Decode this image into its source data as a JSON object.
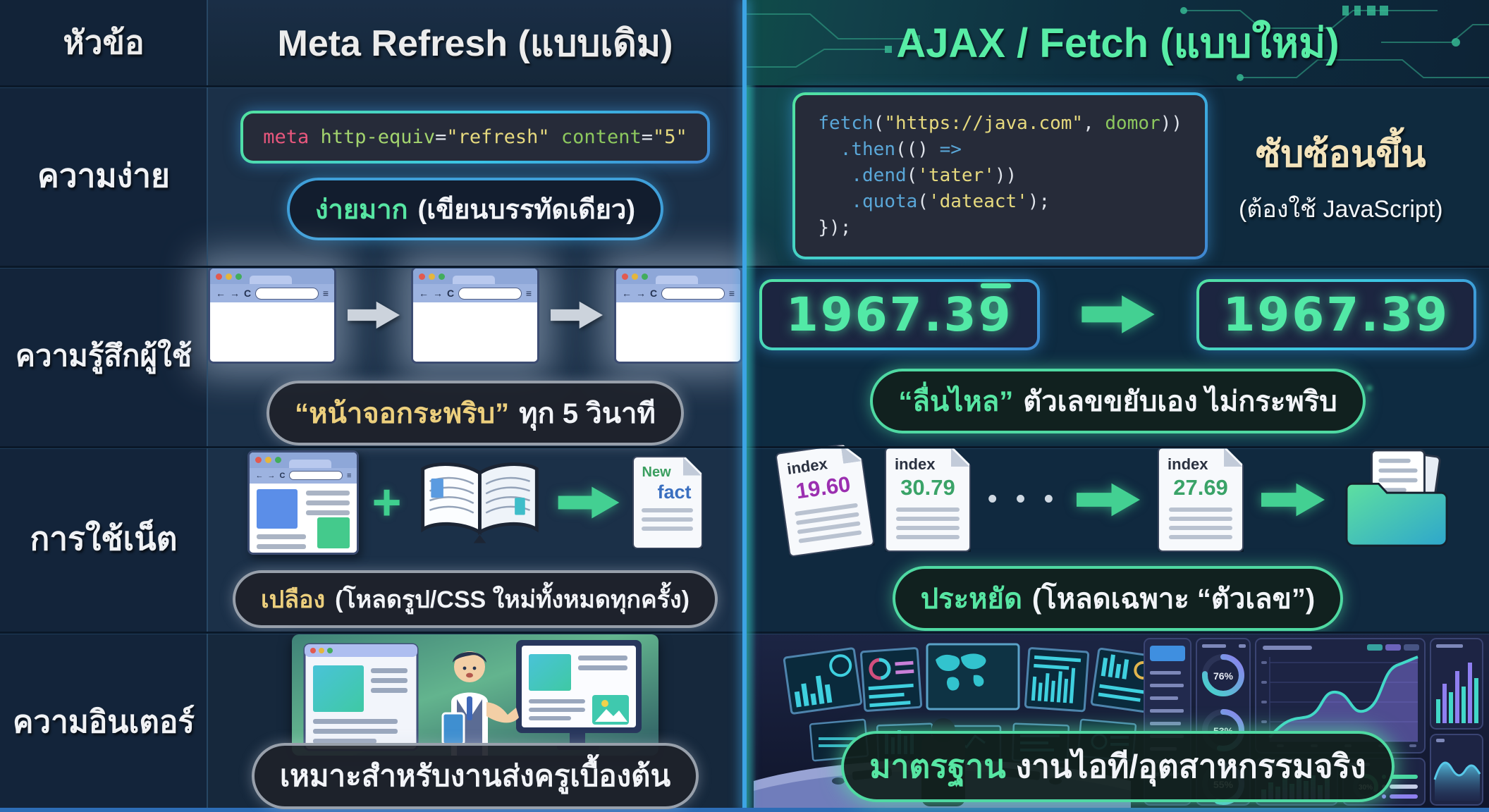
{
  "header": {
    "topic": "หัวข้อ",
    "old": "Meta Refresh (แบบเดิม)",
    "new": "AJAX / Fetch (แบบใหม่)"
  },
  "row_labels": [
    "ความง่าย",
    "ความรู้สึกผู้ใช้",
    "การใช้เน็ต",
    "ความอินเตอร์"
  ],
  "colors": {
    "accent_green": "#57e6a3",
    "accent_blue": "#3f9fd9",
    "highlight_yellow": "#eccf7d",
    "code_background": "#262b39",
    "divider_blue": "#3da4e4"
  },
  "simplicity": {
    "meta_code": [
      [
        {
          "t": "meta",
          "c": "pink"
        },
        {
          "t": " ",
          "c": "wht"
        },
        {
          "t": "http-equiv",
          "c": "grn-lt"
        },
        {
          "t": "=",
          "c": "wht"
        },
        {
          "t": "\"refresh\"",
          "c": "yel"
        },
        {
          "t": " ",
          "c": "wht"
        },
        {
          "t": "content",
          "c": "grn"
        },
        {
          "t": "=",
          "c": "wht"
        },
        {
          "t": "\"5\"",
          "c": "yel"
        }
      ]
    ],
    "old_pill": {
      "highlight": "ง่ายมาก",
      "rest": "(เขียนบรรทัดเดียว)"
    },
    "fetch_code": [
      [
        {
          "t": "fetch",
          "c": "blu"
        },
        {
          "t": "(",
          "c": "wht"
        },
        {
          "t": "\"https://java.com\"",
          "c": "yel"
        },
        {
          "t": ", ",
          "c": "wht"
        },
        {
          "t": "domor",
          "c": "grn"
        },
        {
          "t": "))",
          "c": "wht"
        }
      ],
      [
        {
          "t": "  ",
          "c": "wht"
        },
        {
          "t": ".then",
          "c": "blu"
        },
        {
          "t": "(() ",
          "c": "wht"
        },
        {
          "t": "=>",
          "c": "blu"
        }
      ],
      [
        {
          "t": "   ",
          "c": "wht"
        },
        {
          "t": ".dend",
          "c": "blu"
        },
        {
          "t": "(",
          "c": "wht"
        },
        {
          "t": "'tater'",
          "c": "yel"
        },
        {
          "t": "))",
          "c": "wht"
        }
      ],
      [
        {
          "t": "   ",
          "c": "wht"
        },
        {
          "t": ".quota",
          "c": "blu"
        },
        {
          "t": "(",
          "c": "wht"
        },
        {
          "t": "'dateact'",
          "c": "yel"
        },
        {
          "t": ");",
          "c": "wht"
        }
      ],
      [
        {
          "t": "});",
          "c": "wht"
        }
      ]
    ],
    "new_note": {
      "title": "ซับซ้อนขึ้น",
      "sub": "(ต้องใช้ JavaScript)"
    }
  },
  "user_feel": {
    "old_pill": {
      "highlight": "“หน้าจอกระพริบ”",
      "rest": "ทุก 5 วินาที"
    },
    "value_before_main": "1967.3",
    "value_before_last": "9",
    "value_after": "1967.39",
    "new_pill": {
      "highlight": "“ลื่นไหล”",
      "rest": "ตัวเลขขยับเอง ไม่กระพริบ"
    }
  },
  "network": {
    "old_pill": {
      "highlight": "เปลือง",
      "rest": "(โหลดรูป/CSS ใหม่ทั้งหมดทุกครั้ง)"
    },
    "doc_new": {
      "top": "New",
      "word": "fact"
    },
    "docs": [
      {
        "label": "index",
        "value": "19.60"
      },
      {
        "label": "index",
        "value": "30.79"
      },
      {
        "label": "index",
        "value": "27.69"
      }
    ],
    "ellipsis": "• • •",
    "new_pill": {
      "highlight": "ประหยัด",
      "rest": "(โหลดเฉพาะ “ตัวเลข”)"
    }
  },
  "professionalism": {
    "old_pill": {
      "text": "เหมาะสำหรับงานส่งครูเบื้องต้น"
    },
    "new_pill": {
      "highlight": "มาตรฐาน",
      "rest": "งานไอที/อุตสาหกรรมจริง"
    },
    "dashboard": {
      "donuts": [
        "76%",
        "53%",
        "55%"
      ],
      "small_donut": "30%"
    }
  }
}
